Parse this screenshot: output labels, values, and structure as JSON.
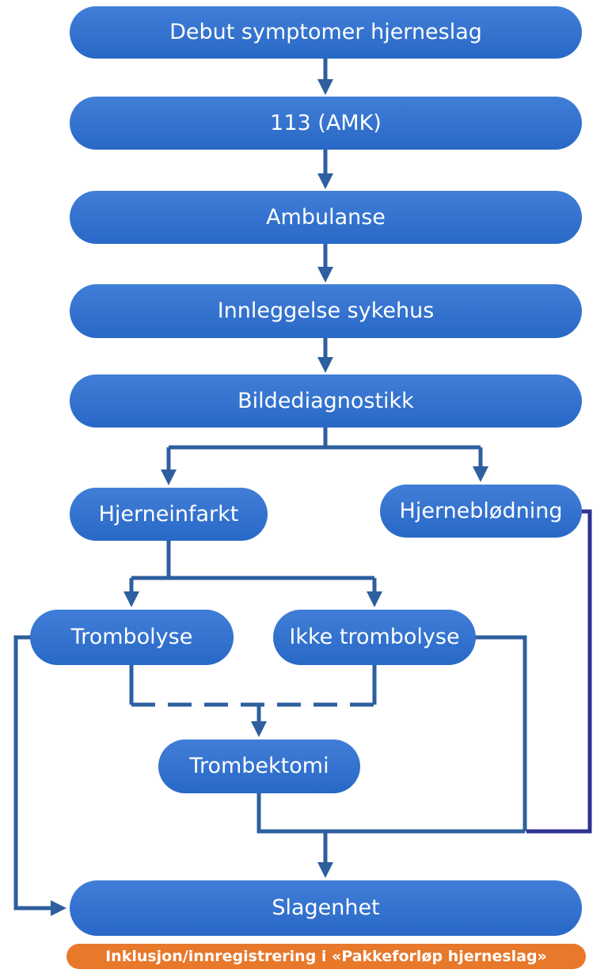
{
  "colors": {
    "node_fill": "#2b6fd3",
    "node_text": "#ffffff",
    "connector": "#2e5f9e",
    "bleed_connector": "#2e3192",
    "banner_fill": "#e8782a"
  },
  "flow": {
    "nodes": {
      "debut": {
        "label": "Debut symptomer hjerneslag"
      },
      "amk": {
        "label": "113 (AMK)"
      },
      "ambulanse": {
        "label": "Ambulanse"
      },
      "innleggelse": {
        "label": "Innleggelse sykehus"
      },
      "bildediagnostikk": {
        "label": "Bildediagnostikk"
      },
      "hjerneinfarkt": {
        "label": "Hjerneinfarkt"
      },
      "hjerneblodning": {
        "label": "Hjerneblødning"
      },
      "trombolyse": {
        "label": "Trombolyse"
      },
      "ikke_trombolyse": {
        "label": "Ikke trombolyse"
      },
      "trombektomi": {
        "label": "Trombektomi"
      },
      "slagenhet": {
        "label": "Slagenhet"
      }
    },
    "edges": [
      {
        "from": "debut",
        "to": "amk",
        "style": "arrow"
      },
      {
        "from": "amk",
        "to": "ambulanse",
        "style": "arrow"
      },
      {
        "from": "ambulanse",
        "to": "innleggelse",
        "style": "arrow"
      },
      {
        "from": "innleggelse",
        "to": "bildediagnostikk",
        "style": "arrow"
      },
      {
        "from": "bildediagnostikk",
        "to": "hjerneinfarkt",
        "style": "arrow"
      },
      {
        "from": "bildediagnostikk",
        "to": "hjerneblodning",
        "style": "arrow"
      },
      {
        "from": "hjerneinfarkt",
        "to": "trombolyse",
        "style": "arrow"
      },
      {
        "from": "hjerneinfarkt",
        "to": "ikke_trombolyse",
        "style": "arrow"
      },
      {
        "from": "trombolyse",
        "to": "trombektomi",
        "style": "dashed-arrow"
      },
      {
        "from": "ikke_trombolyse",
        "to": "trombektomi",
        "style": "dashed-arrow"
      },
      {
        "from": "trombektomi",
        "to": "slagenhet",
        "style": "arrow"
      },
      {
        "from": "ikke_trombolyse",
        "to": "slagenhet",
        "style": "line"
      },
      {
        "from": "hjerneblodning",
        "to": "slagenhet",
        "style": "line"
      },
      {
        "from": "trombolyse",
        "to": "slagenhet",
        "style": "arrow-left-loop"
      }
    ],
    "banner": {
      "label": "Inklusjon/innregistrering i «Pakkeforløp hjerneslag»"
    }
  }
}
